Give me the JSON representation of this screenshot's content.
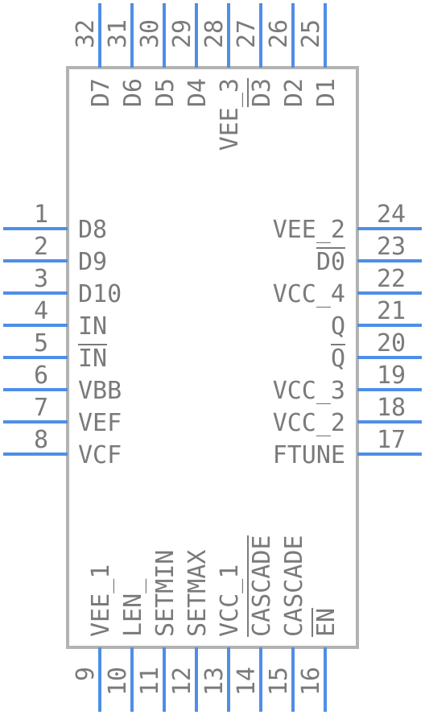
{
  "component": {
    "body_color": "#b3b3b3",
    "pin_color": "#4f8ee6",
    "text_color": "#7a7a7a"
  },
  "pins": {
    "left": [
      {
        "number": "1",
        "label": "D8",
        "overline": false
      },
      {
        "number": "2",
        "label": "D9",
        "overline": false
      },
      {
        "number": "3",
        "label": "D10",
        "overline": false
      },
      {
        "number": "4",
        "label": "IN",
        "overline": false
      },
      {
        "number": "5",
        "label": "IN",
        "overline": true
      },
      {
        "number": "6",
        "label": "VBB",
        "overline": false
      },
      {
        "number": "7",
        "label": "VEF",
        "overline": false
      },
      {
        "number": "8",
        "label": "VCF",
        "overline": false
      }
    ],
    "right": [
      {
        "number": "24",
        "label": "VEE_2",
        "overline": false
      },
      {
        "number": "23",
        "label": "D0",
        "overline": true
      },
      {
        "number": "22",
        "label": "VCC_4",
        "overline": false
      },
      {
        "number": "21",
        "label": "Q",
        "overline": false
      },
      {
        "number": "20",
        "label": "Q",
        "overline": true
      },
      {
        "number": "19",
        "label": "VCC_3",
        "overline": false
      },
      {
        "number": "18",
        "label": "VCC_2",
        "overline": false
      },
      {
        "number": "17",
        "label": "FTUNE",
        "overline": false
      }
    ],
    "top": [
      {
        "number": "32",
        "label": "D7",
        "overline": false
      },
      {
        "number": "31",
        "label": "D6",
        "overline": false
      },
      {
        "number": "30",
        "label": "D5",
        "overline": false
      },
      {
        "number": "29",
        "label": "D4",
        "overline": false
      },
      {
        "number": "28",
        "label": "VEE_3",
        "overline": false
      },
      {
        "number": "27",
        "label": "D3",
        "overline": true
      },
      {
        "number": "26",
        "label": "D2",
        "overline": false
      },
      {
        "number": "25",
        "label": "D1",
        "overline": false
      }
    ],
    "bottom": [
      {
        "number": "9",
        "label": "VEE_1",
        "overline": false
      },
      {
        "number": "10",
        "label": "LEN_",
        "overline": false
      },
      {
        "number": "11",
        "label": "SETMIN",
        "overline": false
      },
      {
        "number": "12",
        "label": "SETMAX",
        "overline": false
      },
      {
        "number": "13",
        "label": "VCC_1",
        "overline": false
      },
      {
        "number": "14",
        "label": "CASCADE",
        "overline": true
      },
      {
        "number": "15",
        "label": "CASCADE",
        "overline": false
      },
      {
        "number": "16",
        "label": "EN",
        "overline": true
      }
    ]
  }
}
